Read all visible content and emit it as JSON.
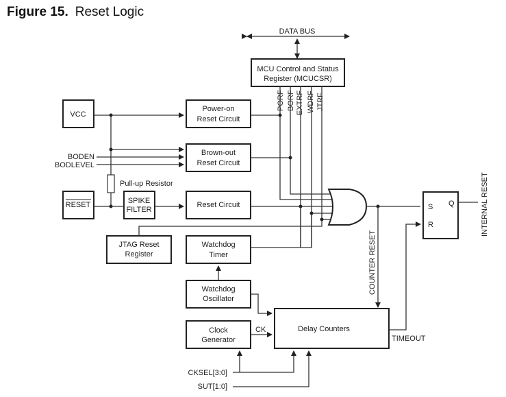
{
  "figure": {
    "number": "Figure 15.",
    "title": "Reset Logic"
  },
  "blocks": {
    "data_bus": "DATA BUS",
    "mcucsr": [
      "MCU Control and Status",
      "Register (MCUCSR)"
    ],
    "flags": [
      "PORF",
      "BORF",
      "EXTRF",
      "WDRF",
      "JTRF"
    ],
    "vcc": "VCC",
    "power_on": [
      "Power-on",
      "Reset Circuit"
    ],
    "brown_out": [
      "Brown-out",
      "Reset Circuit"
    ],
    "boden": "BODEN",
    "bodlevel": "BODLEVEL",
    "pullup": "Pull-up Resistor",
    "reset_pin": "RESET",
    "spike_filter": [
      "SPIKE",
      "FILTER"
    ],
    "reset_circuit": "Reset Circuit",
    "jtag": [
      "JTAG Reset",
      "Register"
    ],
    "wdt": [
      "Watchdog",
      "Timer"
    ],
    "wdt_osc": [
      "Watchdog",
      "Oscillator"
    ],
    "clock_gen": [
      "Clock",
      "Generator"
    ],
    "ck": "CK",
    "delay_counters": "Delay Counters",
    "timeout": "TIMEOUT",
    "counter_reset": "COUNTER RESET",
    "ff_s": "S",
    "ff_r": "R",
    "ff_q": "Q",
    "internal_reset": "INTERNAL RESET",
    "cksel": "CKSEL[3:0]",
    "sut": "SUT[1:0]"
  }
}
